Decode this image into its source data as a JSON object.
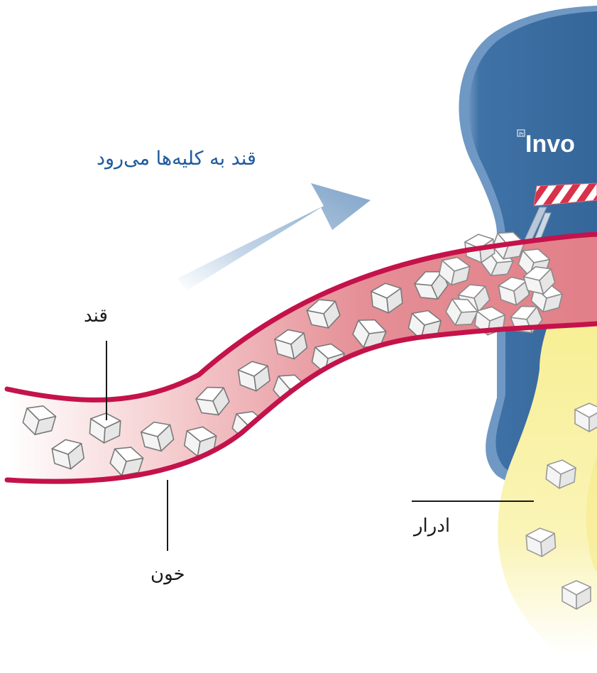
{
  "labels": {
    "title": "قند به کلیه‌ها می‌رود",
    "sugar": "قند",
    "blood": "خون",
    "urine": "ادرار"
  },
  "logo": {
    "text": "Invo",
    "superscript": "Pr"
  },
  "colors": {
    "kidney": "#3f72a6",
    "kidney_light": "#7aa0c8",
    "vessel_wall": "#c4124a",
    "vessel_fill": "#e58f96",
    "urine": "#f7ee8c",
    "arrow": "#7fa3c8",
    "barrier_red": "#d8314a",
    "title_text": "#1f5a9c"
  }
}
